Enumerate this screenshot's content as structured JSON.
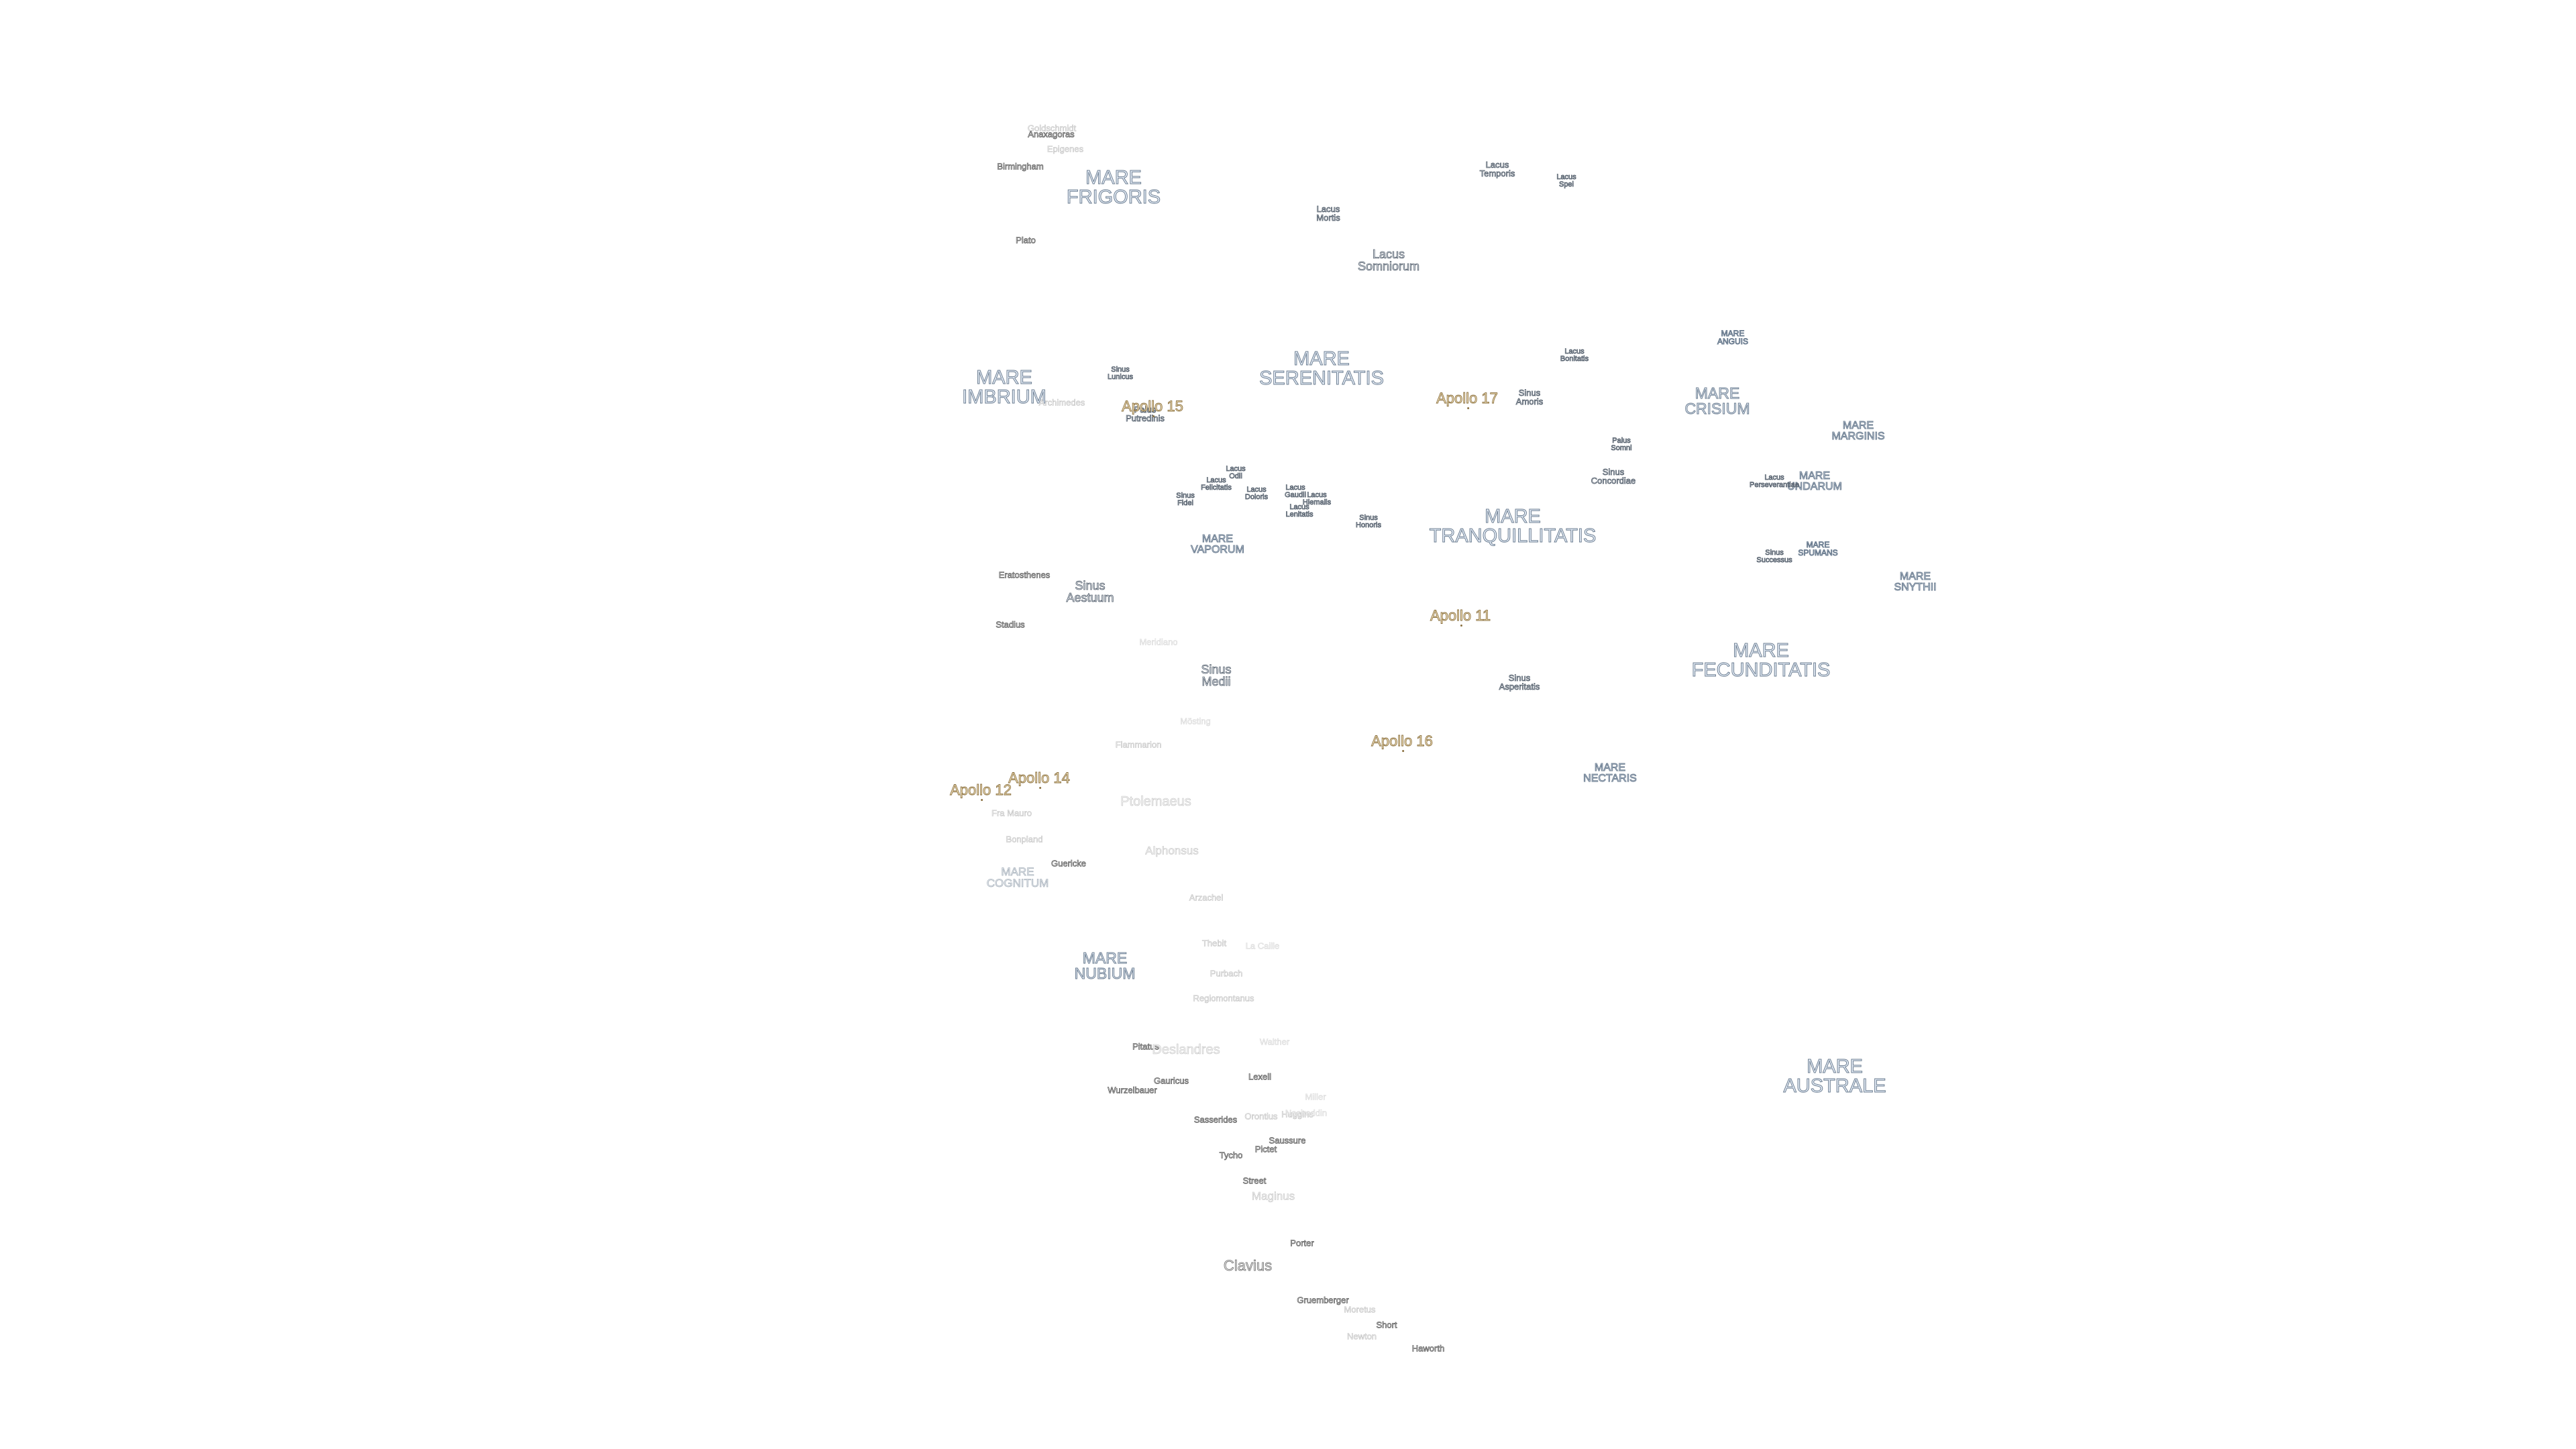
{
  "colors": {
    "background": "#ffffff",
    "mare_text": "#e6eef8",
    "apollo_text": "#fbecc8",
    "crater_text": "#f0f0f0"
  },
  "labels": [
    {
      "text": "MARE\nFRIGORIS",
      "kind": "mare"
    },
    {
      "text": "MARE\nIMBRIUM",
      "kind": "mare"
    },
    {
      "text": "MARE\nSERENITATIS",
      "kind": "mare"
    },
    {
      "text": "MARE\nTRANQUILLITATIS",
      "kind": "mare"
    },
    {
      "text": "MARE\nCRISIUM",
      "kind": "mare-sm"
    },
    {
      "text": "MARE\nFECUNDITATIS",
      "kind": "mare"
    },
    {
      "text": "MARE\nNUBIUM",
      "kind": "mare-sm"
    },
    {
      "text": "MARE\nAUSTRALE",
      "kind": "mare"
    },
    {
      "text": "MARE\nSNYTHII",
      "kind": "mare-xs"
    },
    {
      "text": "MARE\nMARGINIS",
      "kind": "mare-xs"
    },
    {
      "text": "MARE\nUNDARUM",
      "kind": "mare-xs"
    },
    {
      "text": "MARE\nSPUMANS",
      "kind": "mare-xxs"
    },
    {
      "text": "MARE\nANGUIS",
      "kind": "mare-xxs"
    },
    {
      "text": "MARE\nVAPORUM",
      "kind": "mare-xs"
    },
    {
      "text": "MARE\nNECTARIS",
      "kind": "mare-xs"
    },
    {
      "text": "MARE\nCOGNITUM",
      "kind": "mare-faint"
    },
    {
      "text": "Lacus\nSomniorum",
      "kind": "feature-lg"
    },
    {
      "text": "Lacus\nTemporis",
      "kind": "feature"
    },
    {
      "text": "Lacus\nSpei",
      "kind": "feature-sm"
    },
    {
      "text": "Lacus\nMortis",
      "kind": "feature"
    },
    {
      "text": "Lacus\nBonitatis",
      "kind": "feature-sm"
    },
    {
      "text": "Sinus\nAmoris",
      "kind": "feature"
    },
    {
      "text": "Palus\nSomni",
      "kind": "feature-sm"
    },
    {
      "text": "Sinus\nConcordiae",
      "kind": "feature"
    },
    {
      "text": "Lacus\nPerseverantiae",
      "kind": "feature-sm"
    },
    {
      "text": "Sinus\nSuccessus",
      "kind": "feature-sm"
    },
    {
      "text": "Sinus\nLunicus",
      "kind": "feature-sm"
    },
    {
      "text": "Palus\nPutredinis",
      "kind": "feature"
    },
    {
      "text": "Lacus\nOdii",
      "kind": "feature-sm"
    },
    {
      "text": "Lacus\nFelicitatis",
      "kind": "feature-sm"
    },
    {
      "text": "Lacus\nDoloris",
      "kind": "feature-sm"
    },
    {
      "text": "Lacus\nGaudii",
      "kind": "feature-sm"
    },
    {
      "text": "Lacus\nHiemalis",
      "kind": "feature-sm"
    },
    {
      "text": "Lacus\nLenitatis",
      "kind": "feature-sm"
    },
    {
      "text": "Sinus\nFidei",
      "kind": "feature-sm"
    },
    {
      "text": "Sinus\nHonoris",
      "kind": "feature-sm"
    },
    {
      "text": "Sinus\nAestuum",
      "kind": "feature-lg"
    },
    {
      "text": "Sinus\nMedii",
      "kind": "feature-lg"
    },
    {
      "text": "Sinus\nAsperitatis",
      "kind": "feature"
    },
    {
      "text": "Apollo 15",
      "kind": "apollo"
    },
    {
      "text": "Apollo 17",
      "kind": "apollo"
    },
    {
      "text": "Apollo 11",
      "kind": "apollo"
    },
    {
      "text": "Apollo 16",
      "kind": "apollo"
    },
    {
      "text": "Apollo 14",
      "kind": "apollo"
    },
    {
      "text": "Apollo 12",
      "kind": "apollo"
    },
    {
      "text": "Goldschmidt",
      "kind": "crater-faint"
    },
    {
      "text": "Anaxagoras",
      "kind": "crater"
    },
    {
      "text": "Epigenes",
      "kind": "crater-faint"
    },
    {
      "text": "Birmingham",
      "kind": "crater"
    },
    {
      "text": "Plato",
      "kind": "crater"
    },
    {
      "text": "Archimedes",
      "kind": "crater-faint"
    },
    {
      "text": "Eratosthenes",
      "kind": "crater"
    },
    {
      "text": "Stadius",
      "kind": "crater"
    },
    {
      "text": "Meridiano",
      "kind": "crater-faint2"
    },
    {
      "text": "Mösting",
      "kind": "crater-faint2"
    },
    {
      "text": "Flammarion",
      "kind": "crater-faint"
    },
    {
      "text": "Fra Mauro",
      "kind": "crater-faint"
    },
    {
      "text": "Ptolemaeus",
      "kind": "crater-faint-big"
    },
    {
      "text": "Bonpland",
      "kind": "crater-faint"
    },
    {
      "text": "Guericke",
      "kind": "crater"
    },
    {
      "text": "Alphonsus",
      "kind": "crater-faint-md"
    },
    {
      "text": "Arzachel",
      "kind": "crater-faint"
    },
    {
      "text": "Thebit",
      "kind": "crater-faint"
    },
    {
      "text": "La Caille",
      "kind": "crater-faint2"
    },
    {
      "text": "Purbach",
      "kind": "crater-faint"
    },
    {
      "text": "Regiomontanus",
      "kind": "crater-faint"
    },
    {
      "text": "Pitatus",
      "kind": "crater"
    },
    {
      "text": "Deslandres",
      "kind": "crater-faint-big"
    },
    {
      "text": "Walther",
      "kind": "crater-faint2"
    },
    {
      "text": "Gauricus",
      "kind": "crater"
    },
    {
      "text": "Lexell",
      "kind": "crater"
    },
    {
      "text": "Wurzelbauer",
      "kind": "crater"
    },
    {
      "text": "Miller",
      "kind": "crater-faint2"
    },
    {
      "text": "Sasserides",
      "kind": "crater"
    },
    {
      "text": "Orontius",
      "kind": "crater-faint"
    },
    {
      "text": "Huggins",
      "kind": "crater-faint"
    },
    {
      "text": "Nasireddin",
      "kind": "crater-faint2"
    },
    {
      "text": "Saussure",
      "kind": "crater"
    },
    {
      "text": "Pictet",
      "kind": "crater"
    },
    {
      "text": "Tycho",
      "kind": "crater"
    },
    {
      "text": "Street",
      "kind": "crater"
    },
    {
      "text": "Maginus",
      "kind": "crater-faint-md"
    },
    {
      "text": "Porter",
      "kind": "crater"
    },
    {
      "text": "Clavius",
      "kind": "crater-big"
    },
    {
      "text": "Gruemberger",
      "kind": "crater"
    },
    {
      "text": "Moretus",
      "kind": "crater-faint"
    },
    {
      "text": "Short",
      "kind": "crater"
    },
    {
      "text": "Newton",
      "kind": "crater-faint"
    },
    {
      "text": "Haworth",
      "kind": "crater"
    }
  ]
}
